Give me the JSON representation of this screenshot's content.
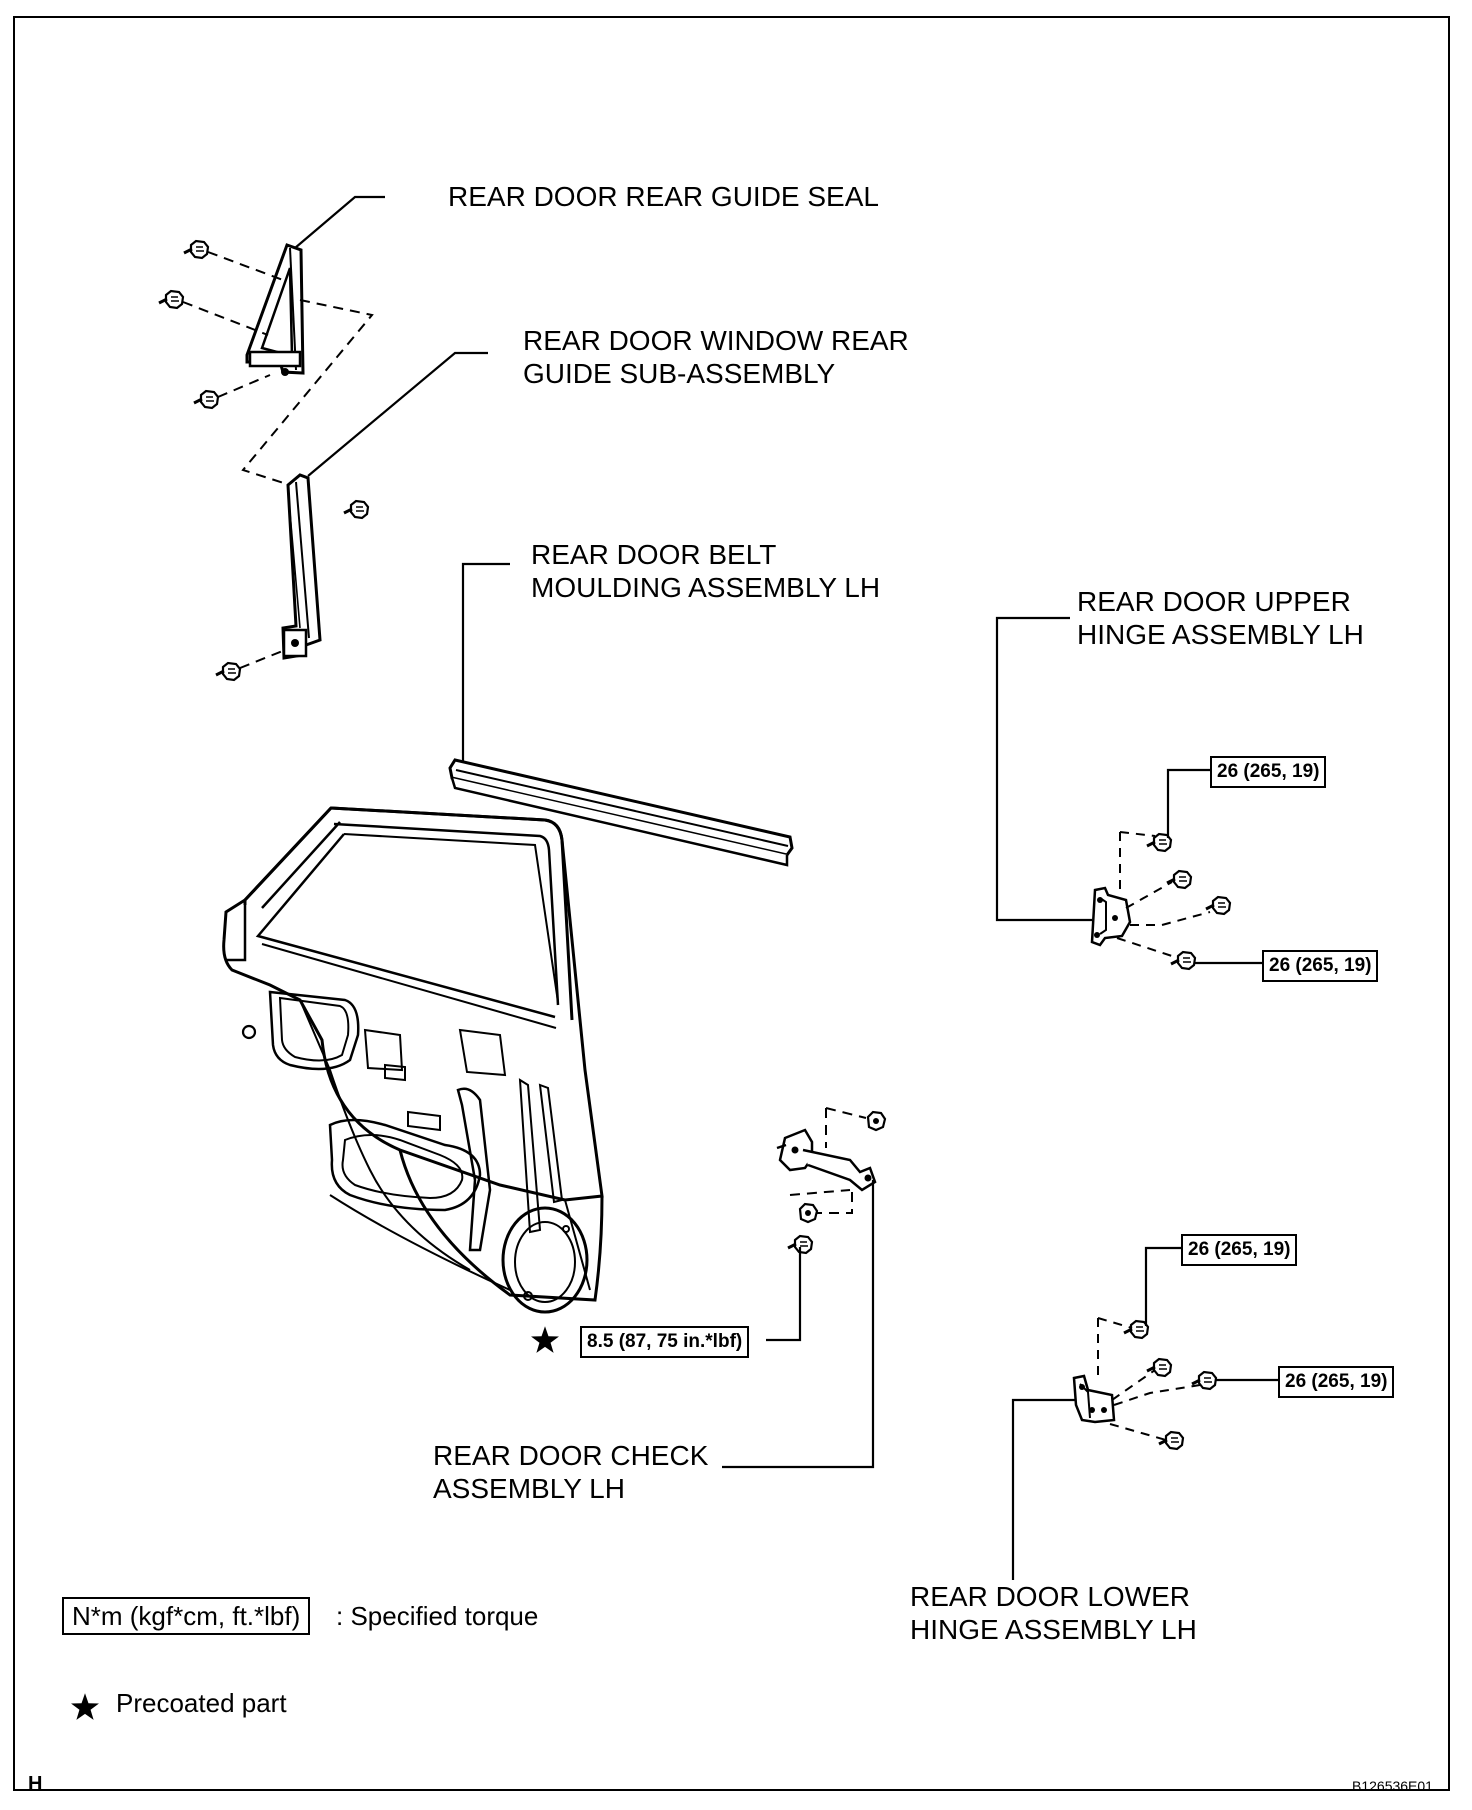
{
  "labels": {
    "rear_guide_seal": "REAR DOOR REAR GUIDE SEAL",
    "window_rear_guide_line1": "REAR DOOR WINDOW REAR",
    "window_rear_guide_line2": "GUIDE SUB-ASSEMBLY",
    "belt_moulding_line1": "REAR DOOR BELT",
    "belt_moulding_line2": "MOULDING ASSEMBLY LH",
    "upper_hinge_line1": "REAR DOOR UPPER",
    "upper_hinge_line2": "HINGE ASSEMBLY LH",
    "check_line1": "REAR DOOR CHECK",
    "check_line2": "ASSEMBLY LH",
    "lower_hinge_line1": "REAR DOOR LOWER",
    "lower_hinge_line2": "HINGE ASSEMBLY LH"
  },
  "torques": {
    "upper_hinge_top": "26 (265, 19)",
    "upper_hinge_bottom": "26 (265, 19)",
    "lower_hinge_top": "26 (265, 19)",
    "lower_hinge_right": "26 (265, 19)",
    "check_bolt": "8.5 (87, 75 in.*lbf)"
  },
  "legend": {
    "torque_box": "N*m (kgf*cm, ft.*lbf)",
    "torque_text": ": Specified torque",
    "precoated_text": "Precoated part"
  },
  "corner": {
    "view_letter": "H",
    "figure_code": "B126536E01"
  },
  "icons": [
    "star-icon",
    "bolt-icon",
    "nut-icon"
  ]
}
